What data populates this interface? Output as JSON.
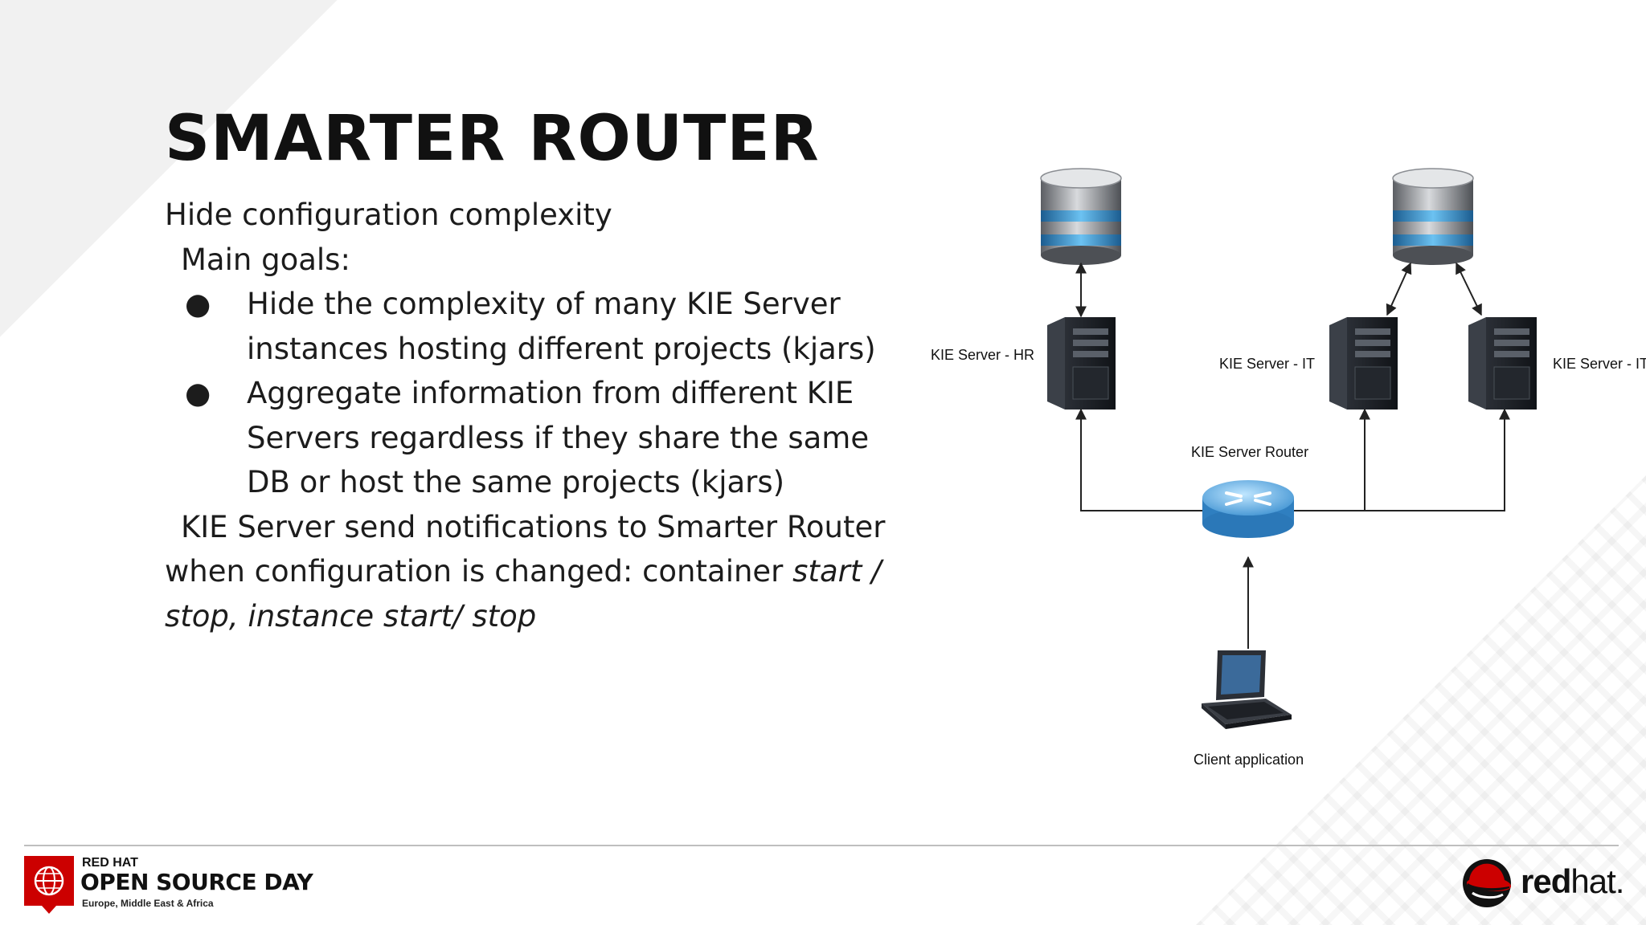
{
  "slide": {
    "title": "SMARTER ROUTER",
    "subtitle": "Hide configuration complexity",
    "main_goals_label": "Main goals:",
    "bullet_symbol": "●",
    "bullets": [
      {
        "line1": "Hide the complexity of many KIE Server",
        "line2": "instances hosting different projects (kjars)"
      },
      {
        "line1": "Aggregate information from different KIE",
        "line2": "Servers regardless if they share the same",
        "line3": "DB or host the same projects (kjars)"
      }
    ],
    "notify": {
      "line1": "KIE Server send notifications to Smarter Router",
      "line2_prefix": "when configuration is changed: container ",
      "line2_italic": "start /",
      "line3_italic": "stop, instance start/ stop"
    }
  },
  "diagram": {
    "server_hr_label": "KIE Server - HR",
    "server_it1_label": "KIE Server - IT",
    "server_it2_label": "KIE Server - IT",
    "router_label": "KIE Server Router",
    "client_label": "Client application"
  },
  "footer": {
    "event_line1": "RED HAT",
    "event_line2": "OPEN SOURCE DAY",
    "event_line3": "Europe, Middle East & Africa",
    "brand_bold": "red",
    "brand_light": "hat."
  },
  "colors": {
    "accent_red": "#cc0000",
    "db_blue": "#4aa3df",
    "text_dark": "#1a1a1a"
  }
}
